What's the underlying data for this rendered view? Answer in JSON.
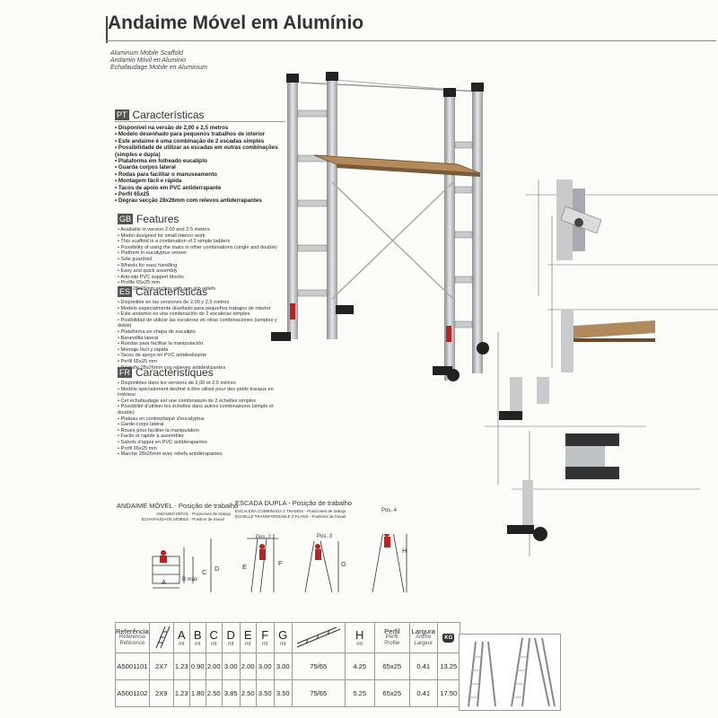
{
  "title": "Andaime Móvel em Alumínio",
  "subtitles": [
    "Aluminum Mobile Scaffold",
    "Andamio Móvil en Aluminio",
    "Echafaudage Mobile en Aluminium"
  ],
  "sections": {
    "pt": {
      "tag": "PT",
      "heading": "Características",
      "items": [
        "Disponível na versão de 2,00 e 2,5 metros",
        "Modelo desenhado para pequenos trabalhos de interior",
        "Este andaime é uma combinação de 2 escadas simples",
        "Possibilidade de utilizar as escadas em outras combinações (simples e dupla)",
        "Plataforma em folheado eucalipto",
        "Guarda corpos lateral",
        "Rodas para facilitar o manuseamento",
        "Montagem fácil e rápida",
        "Tacos de apoio em PVC antiderrapante",
        "Perfil 65x25",
        "Degrau secção 28x26mm com relevos antiderrapantes"
      ]
    },
    "gb": {
      "tag": "GB",
      "heading": "Features",
      "items": [
        "Available in version 2.00 and 2.5 meters",
        "Model designed for small interior work",
        "This scaffold is a combination of 2 simple ladders",
        "Possibility of using the stairs in other combinations (single and double)",
        "Platform in eucalyptus veneer",
        "Side guardrail",
        "Wheels for easy handling",
        "Easy and quick assembly",
        "Anti-slip PVC support blocks",
        "Profile 65x25 mm",
        "Step 28x26mm section with non slip reliefs"
      ]
    },
    "es": {
      "tag": "ES",
      "heading": "Características",
      "items": [
        "Disponible en las versiones de 2,00 y 2,5 metros",
        "Modelo especialmente diseñado para pequeños trabajos de interior",
        "Este andamio es una combinación de 2 escaleras simples",
        "Posibilidad de utilizar las escaleras en otras combinaciones (simples y doble)",
        "Plataforma en chapa de eucalipto",
        "Barandilla lateral",
        "Ruedas para facilitar la manipulación",
        "Montaje fácil y rápida",
        "Tacos de apoyo en PVC antideslizante",
        "Perfil 65x25 mm",
        "Peldaño 28x26mm con relieves antideslizantes"
      ]
    },
    "fr": {
      "tag": "FR",
      "heading": "Caractéristiques",
      "items": [
        "Disponibles dans les versions de 2,00 et 2,5 mètres",
        "Modèle spécialement destiné à être utilisé pour des petits travaux en intérieur",
        "Cet échafaudage est une combinaison de 2 échelles simples",
        "Possibilité d'utiliser les échelles dans autres combinaisons (simple et double)",
        "Plateau en contreplaqué d'eucalyptus",
        "Garde-corps latéral",
        "Roues pour faciliter la manipulation",
        "Facile et rapide à assembler",
        "Sabots d'appui en PVC antidérapantes",
        "Profil 65x25 mm",
        "Marche 28x26mm avec reliefs antidérapantes"
      ]
    }
  },
  "diagrams": {
    "scaffold": {
      "title": "ANDAIME MÓVEL - Posição de trabalho",
      "sub1": "ANDAMIO MÓVIL - Posiciones de trabajo",
      "sub2": "ECHAFAUDAGE MOBILE - Position de travail",
      "labels": {
        "a": "A",
        "b": "B máx",
        "c": "C",
        "d": "D"
      }
    },
    "double": {
      "title": "ESCADA DUPLA - Posição de trabalho",
      "sub1": "ESCALERA COMBINADA 2 TRAMOS - Posiciones de trabajo",
      "sub2": "ÉCHELLE TRANSFORMABLE 2 PLANS - Positions de travail",
      "pos2": "Pos. 2",
      "pos3": "Pos. 3",
      "pos4": "Pos. 4",
      "labels": {
        "e": "E",
        "f": "F",
        "g": "G",
        "h": "H"
      }
    }
  },
  "table": {
    "ref_header": [
      "Referência",
      "Referencia",
      "Référence"
    ],
    "letters": [
      "A",
      "B",
      "C",
      "D",
      "E",
      "F",
      "G"
    ],
    "unit": "mt",
    "h_letter": "H",
    "perfil_header": [
      "Perfil",
      "Perfil",
      "Profile"
    ],
    "largura_header": [
      "Largura",
      "Ancho",
      "Largeur"
    ],
    "kg_label": "KG",
    "rows": [
      {
        "ref": "A5001101",
        "model": "2X7",
        "vals": [
          "1.23",
          "0.90",
          "2.00",
          "3.00",
          "2.00",
          "3.00",
          "3.00"
        ],
        "ratio": "75/65",
        "h": "4.25",
        "perfil": "65x25",
        "largura": "0.41",
        "kg": "13.25"
      },
      {
        "ref": "A5001102",
        "model": "2X9",
        "vals": [
          "1.23",
          "1.80",
          "2.50",
          "3.85",
          "2.50",
          "3.50",
          "3.50"
        ],
        "ratio": "75/65",
        "h": "5.25",
        "perfil": "65x25",
        "largura": "0.41",
        "kg": "17.50"
      }
    ]
  }
}
